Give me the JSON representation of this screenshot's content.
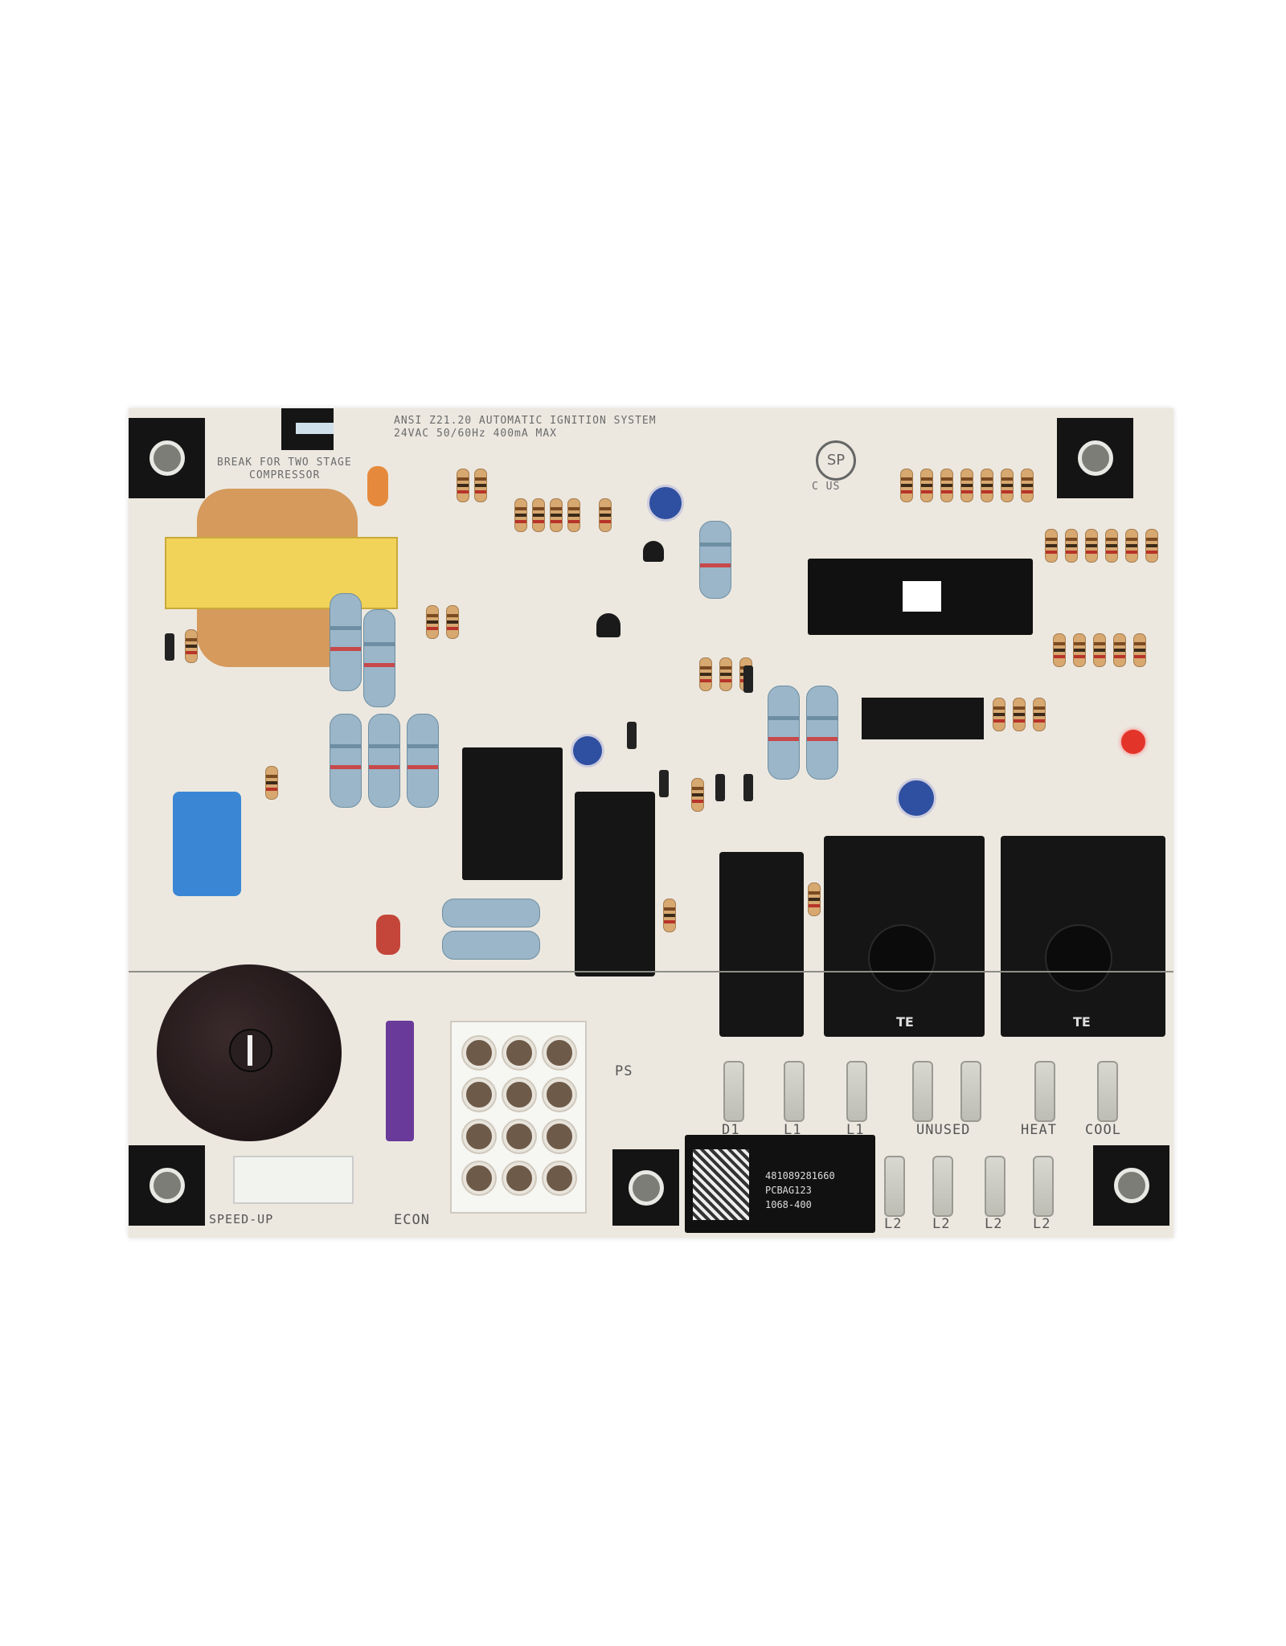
{
  "board": {
    "header_line1": "ANSI Z21.20 AUTOMATIC IGNITION SYSTEM",
    "header_line2": "24VAC 50/60Hz 400mA MAX",
    "break_note_line1": "BREAK FOR TWO STAGE",
    "break_note_line2": "COMPRESSOR",
    "cert_mark": "SP",
    "cert_sub": "C US",
    "terminal_labels": [
      "D1",
      "L1",
      "L1",
      "UNUSED",
      "HEAT",
      "COOL"
    ],
    "bottom_terminal_labels": [
      "L2",
      "L2",
      "L2",
      "L2"
    ],
    "econ_label": "ECON",
    "speedup_label": "SPEED-UP",
    "ps_label": "PS",
    "relay_brand": "TE",
    "sticker": {
      "line1": "481089281660",
      "line2": "PCBAG123",
      "line3": "1068-400"
    }
  },
  "colors": {
    "board": "#ece8e0",
    "transformer": "#f1d35a",
    "led": "#e3342a",
    "fuse": "#6a3a9a",
    "capacitor": "#3a86d4"
  }
}
